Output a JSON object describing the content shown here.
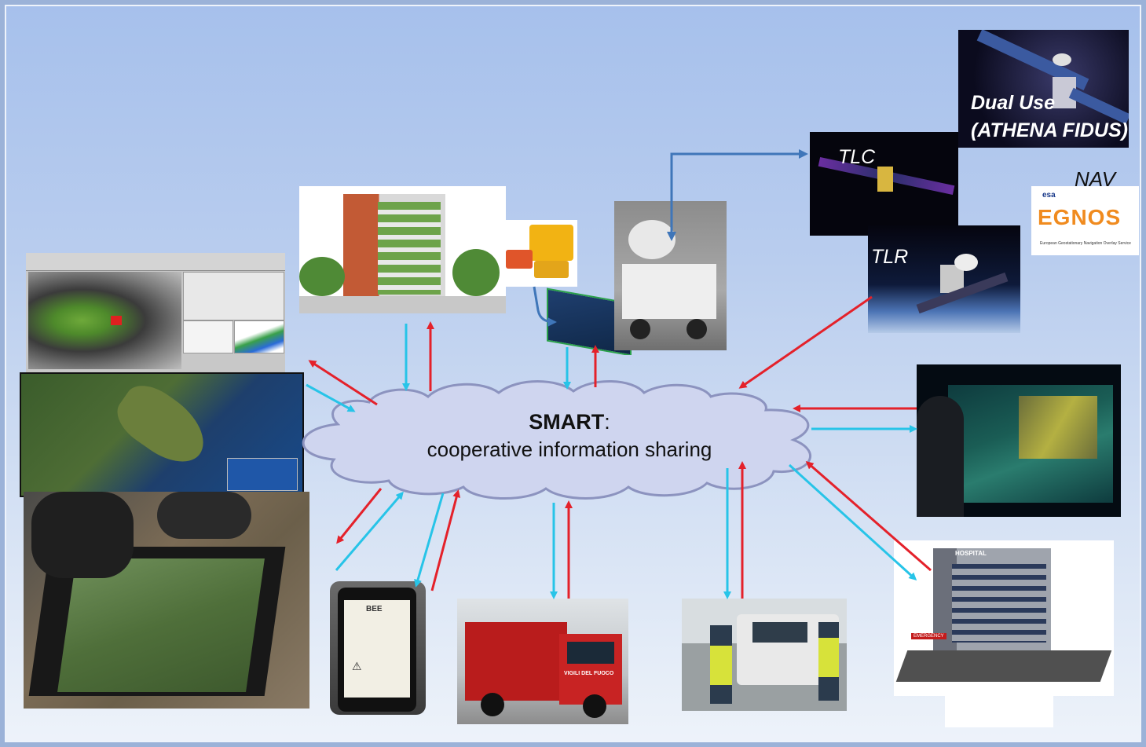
{
  "cloud": {
    "title": "SMART",
    "title_suffix": ":",
    "subtitle": "cooperative information sharing"
  },
  "satellites": {
    "dual_use_line1": "Dual Use",
    "dual_use_line2": "(ATHENA FIDUS)",
    "tlc": "TLC",
    "tlr": "TLR",
    "nav": "NAV",
    "esa": "esa",
    "egnos": "EGNOS",
    "egnos_caption": "European Geostationary Navigation Overlay Service"
  },
  "hospital_sign": "HOSPITAL",
  "emergency_sign": "EMERGENCY",
  "fire_truck_text": "VIGILI DEL FUOCO",
  "phone_logo": "BEE",
  "colors": {
    "red_arrow": "#e4212a",
    "cyan_arrow": "#27c4e8",
    "blue_arrow": "#3f76b9"
  }
}
